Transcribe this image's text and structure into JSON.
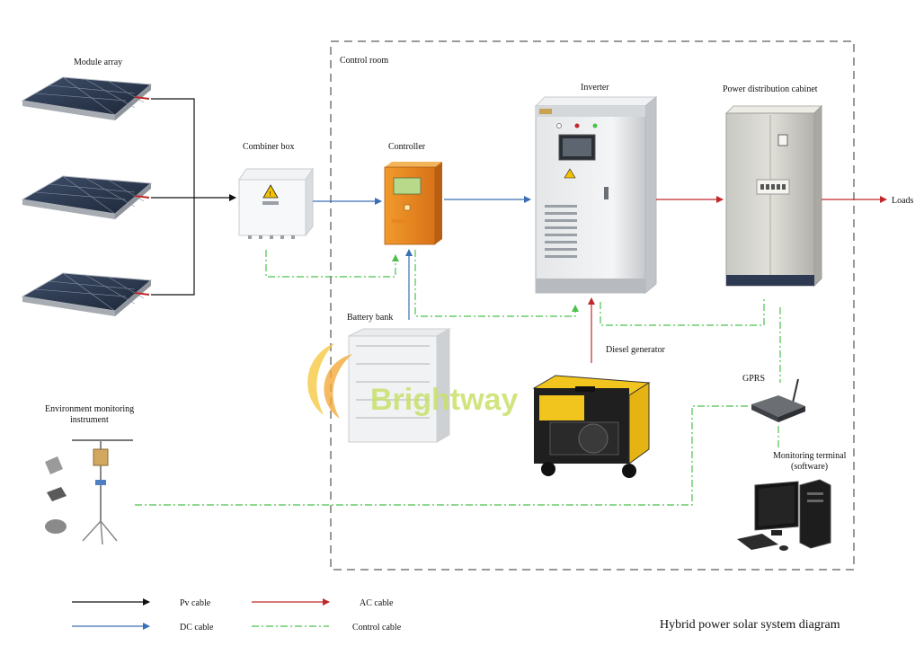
{
  "labels": {
    "module_array": "Module array",
    "combiner_box": "Combiner box",
    "controller": "Controller",
    "control_room": "Control room",
    "inverter": "Inverter",
    "power_distribution_cabinet": "Power distribution cabinet",
    "loads": "Loads",
    "battery_bank": "Battery bank",
    "diesel_generator": "Diesel generator",
    "gprs": "GPRS",
    "env_monitoring_line1": "Environment monitoring",
    "env_monitoring_line2": "instrument",
    "monitoring_terminal_line1": "Monitoring terminal",
    "monitoring_terminal_line2": "(software)"
  },
  "legend": {
    "pv_cable": "Pv cable",
    "dc_cable": "DC cable",
    "ac_cable": "AC cable",
    "control_cable": "Control cable"
  },
  "title": "Hybrid power solar system diagram",
  "watermark": "Brightway",
  "colors": {
    "pv_cable": "#111111",
    "dc_cable": "#3a6fb5",
    "ac_cable": "#c0282a",
    "control_cable": "#4cc04c",
    "control_room_border": "#999999"
  }
}
